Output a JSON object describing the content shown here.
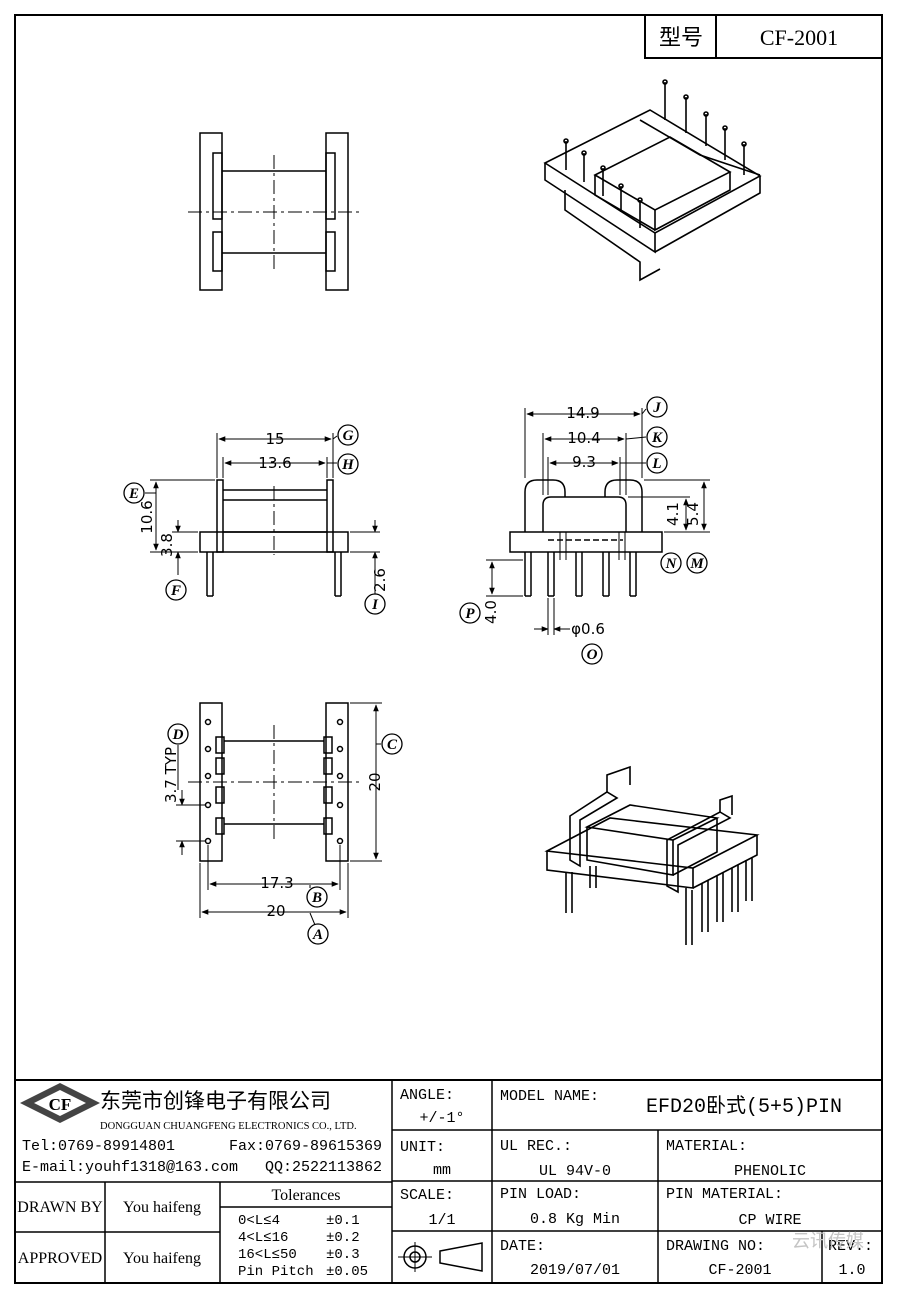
{
  "header": {
    "label": "型号",
    "model": "CF-2001"
  },
  "dimensions": {
    "d15": "15",
    "d13_6": "13.6",
    "d10_6": "10.6",
    "d3_8": "3.8",
    "d2_6": "2.6",
    "d14_9": "14.9",
    "d10_4": "10.4",
    "d9_3": "9.3",
    "d4_1": "4.1",
    "d5_4": "5.4",
    "d4_0": "4.0",
    "d0_6": "φ0.6",
    "d3_7": "3.7 TYP",
    "d20_right": "20",
    "d17_3": "17.3",
    "d20_bottom": "20"
  },
  "callouts": {
    "A": "A",
    "B": "B",
    "C": "C",
    "D": "D",
    "E": "E",
    "F": "F",
    "G": "G",
    "H": "H",
    "I": "I",
    "J": "J",
    "K": "K",
    "L": "L",
    "M": "M",
    "N": "N",
    "O": "O",
    "P": "P"
  },
  "title_block": {
    "company_cn": "东莞市创锋电子有限公司",
    "company_en": "DONGGUAN CHUANGFENG ELECTRONICS CO., LTD.",
    "logo_text": "CF",
    "tel": "Tel:0769-89914801",
    "fax": "Fax:0769-89615369",
    "email": "E-mail:youhf1318@163.com",
    "qq": "QQ:2522113862",
    "angle_label": "ANGLE:",
    "angle_value": "+/-1°",
    "unit_label": "UNIT:",
    "unit_value": "mm",
    "scale_label": "SCALE:",
    "scale_value": "1/1",
    "model_name_label": "MODEL NAME:",
    "model_name_value": "EFD20卧式(5+5)PIN",
    "ul_label": "UL REC.:",
    "ul_value": "UL 94V-0",
    "material_label": "MATERIAL:",
    "material_value": "PHENOLIC",
    "pin_load_label": "PIN LOAD:",
    "pin_load_value": "0.8 Kg Min",
    "pin_material_label": "PIN MATERIAL:",
    "pin_material_value": "CP WIRE",
    "date_label": "DATE:",
    "date_value": "2019/07/01",
    "drawing_no_label": "DRAWING NO:",
    "drawing_no_value": "CF-2001",
    "rev_label": "REV.:",
    "rev_value": "1.0",
    "drawn_by_label": "DRAWN BY",
    "drawn_by_value": "You haifeng",
    "approved_label": "APPROVED",
    "approved_value": "You haifeng",
    "tolerances_title": "Tolerances",
    "tolerances": [
      {
        "range": "0<L≤4",
        "value": "±0.1"
      },
      {
        "range": "4<L≤16",
        "value": "±0.2"
      },
      {
        "range": "16<L≤50",
        "value": "±0.3"
      },
      {
        "range": "Pin Pitch",
        "value": "±0.05"
      }
    ],
    "watermark": "云讯传媒"
  }
}
